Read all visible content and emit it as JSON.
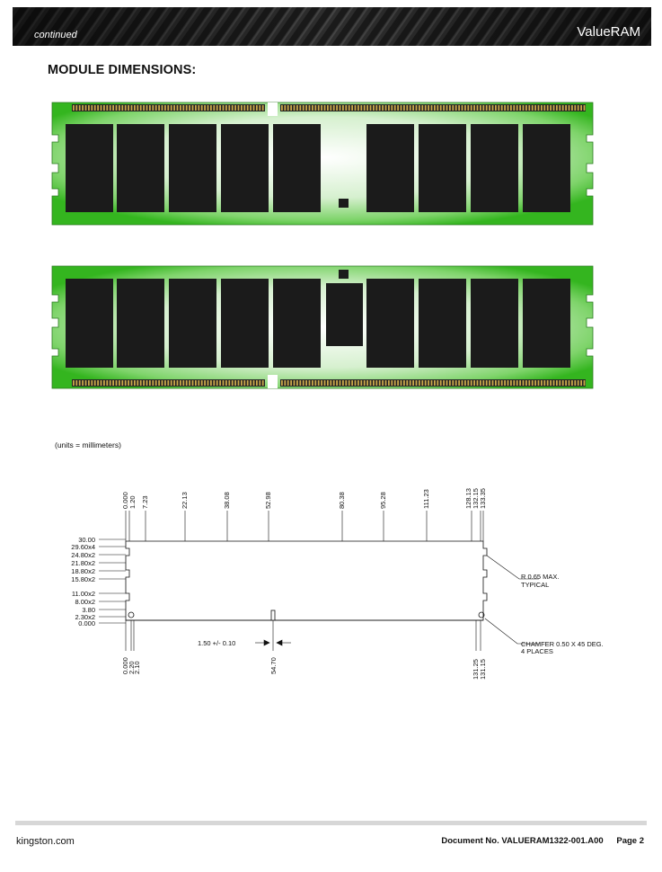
{
  "header": {
    "section_label": "continued",
    "brand": "ValueRAM"
  },
  "title": "MODULE DIMENSIONS:",
  "units_note": "(units = millimeters)",
  "drawing": {
    "top_dims": [
      "0.000",
      "1.20",
      "7.23",
      "22.13",
      "38.08",
      "52.98",
      "80.38",
      "95.28",
      "111.23",
      "128.13",
      "132.15",
      "133.35"
    ],
    "left_dims": [
      "30.00",
      "29.60x4",
      "24.80x2",
      "21.80x2",
      "18.80x2",
      "15.80x2",
      "11.00x2",
      "8.00x2",
      "3.80",
      "2.30x2",
      "0.000"
    ],
    "bottom_left_dims": [
      "0.000",
      "2.20",
      "2.10"
    ],
    "notch_dim": "54.70",
    "bottom_right_dims": [
      "131.25",
      "131.15"
    ],
    "notch_width": "1.50 +/- 0.10",
    "radius_note": "R 0.65 MAX.",
    "radius_note2": "TYPICAL",
    "chamfer_note": "CHAMFER 0.50 X 45 DEG.",
    "chamfer_note2": "4 PLACES"
  },
  "footer": {
    "site": "kingston.com",
    "doc": "Document No. VALUERAM1322-001.A00",
    "page": "Page 2"
  },
  "colors": {
    "pcb_green": "#3fbf2a",
    "pcb_light": "#e8f6e4",
    "chip": "#1b1b1b",
    "contact_gold": "#caa84a"
  }
}
